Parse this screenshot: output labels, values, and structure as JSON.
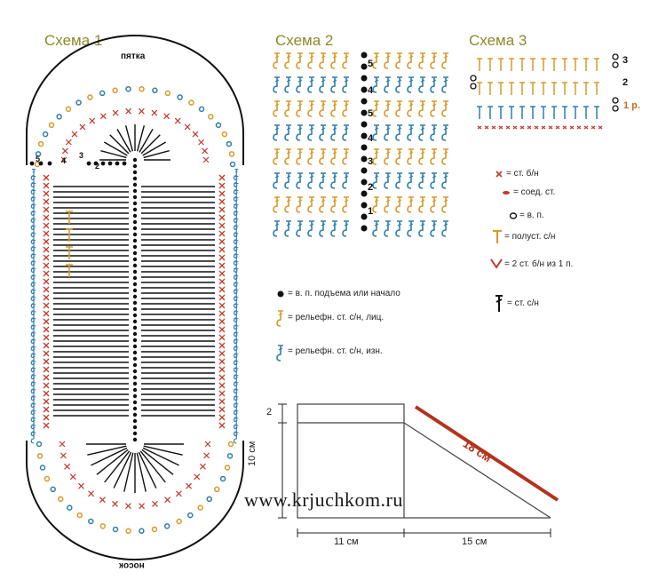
{
  "schemes": {
    "s1": {
      "title": "Схема 1",
      "heel": "пятка",
      "toe": "носок",
      "marks": [
        "5",
        "4",
        "3",
        "2"
      ]
    },
    "s2": {
      "title": "Схема 2",
      "rows": [
        "5",
        "4",
        "5",
        "4",
        "3",
        "2",
        "1"
      ]
    },
    "s3": {
      "title": "Схема 3",
      "rows": [
        "3",
        "2",
        "1 р."
      ]
    }
  },
  "legend_right": [
    {
      "icon": "cross-icon",
      "text": "= ст. б/н"
    },
    {
      "icon": "slip-icon",
      "text": "= соед. ст."
    },
    {
      "icon": "chain-icon",
      "text": "= в. п."
    },
    {
      "icon": "half-dc-icon",
      "text": "= полуст. с/н"
    },
    {
      "icon": "v-icon",
      "text": "= 2 ст. б/н из 1 п."
    },
    {
      "icon": "dc-icon",
      "text": "= ст. с/н"
    }
  ],
  "legend_mid": [
    {
      "icon": "dot-icon",
      "text": "= в. п. подъема или начало"
    },
    {
      "icon": "front-post-icon",
      "text": "= рельефн. ст. с/н, лиц."
    },
    {
      "icon": "back-post-icon",
      "text": "= рельефн. ст. с/н, изн."
    }
  ],
  "pattern": {
    "top": "2",
    "side": "10 см",
    "diag": "18 см",
    "bottom_left": "11 см",
    "bottom_right": "15 см"
  },
  "watermark": "www.krjuchkom.ru",
  "colors": {
    "title": "#8a8a2a",
    "blue": "#2f7fae",
    "orange": "#d89a2a",
    "red": "#c0392b",
    "black": "#111111"
  }
}
